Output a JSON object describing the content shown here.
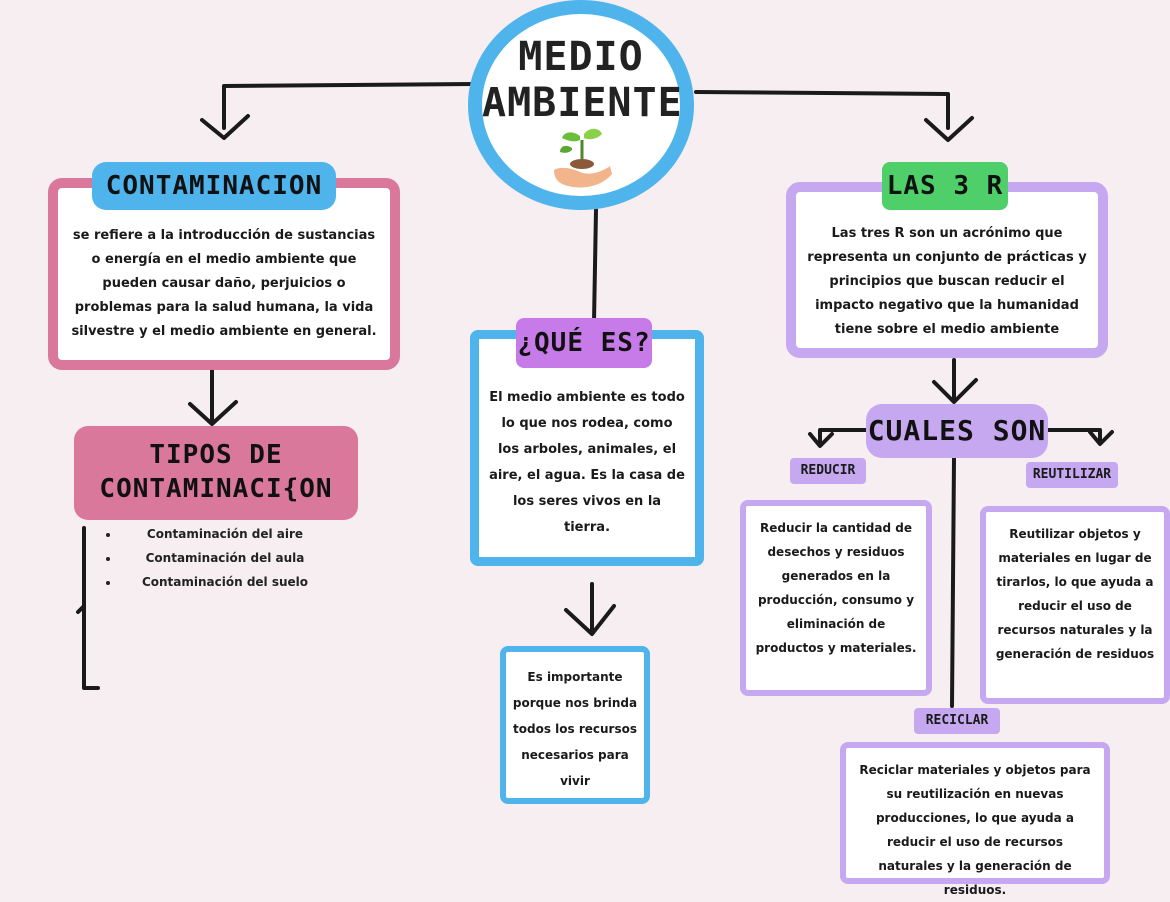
{
  "center": {
    "line1": "MEDIO",
    "line2": "AMBIENTE"
  },
  "contaminacion": {
    "title": "CONTAMINACION",
    "text": "se refiere a la introducción de sustancias o energía en el medio ambiente que pueden causar daño, perjuicios o problemas para la salud humana, la vida silvestre y el medio ambiente en general."
  },
  "tipos": {
    "title_line1": "TIPOS DE",
    "title_line2": "CONTAMINACI{ON",
    "items": [
      "Contaminación del aire",
      "Contaminación del aula",
      "Contaminación del suelo"
    ]
  },
  "que_es": {
    "title": "¿QUÉ ES?",
    "text": "El medio ambiente es todo lo que nos rodea, como los arboles, animales, el aire, el agua. Es la casa de los seres vivos en la tierra.",
    "importance": "Es importante porque nos brinda todos los recursos necesarios para vivir"
  },
  "tres_r": {
    "title": "LAS 3 R",
    "text": "Las tres R son un acrónimo que representa un conjunto de prácticas y principios que buscan reducir el impacto negativo que la humanidad tiene sobre el medio ambiente"
  },
  "cuales": {
    "title": "CUALES SON",
    "reducir": {
      "label": "REDUCIR",
      "text": "Reducir la cantidad de desechos y residuos generados en la producción, consumo y eliminación de productos y materiales."
    },
    "reutilizar": {
      "label": "REUTILIZAR",
      "text": "Reutilizar objetos y materiales en lugar de tirarlos, lo que ayuda a reducir el uso de recursos naturales y la generación de residuos"
    },
    "reciclar": {
      "label": "RECICLAR",
      "text": "Reciclar materiales y objetos para su reutilización en nuevas producciones, lo que ayuda a reducir el uso de recursos naturales y la generación de residuos."
    }
  },
  "colors": {
    "pink": "#d9789a",
    "blue": "#4fb4ec",
    "lavender": "#c6a8f0",
    "purple": "#c77be8",
    "green": "#4fcf6a",
    "background": "#f7eef2"
  }
}
